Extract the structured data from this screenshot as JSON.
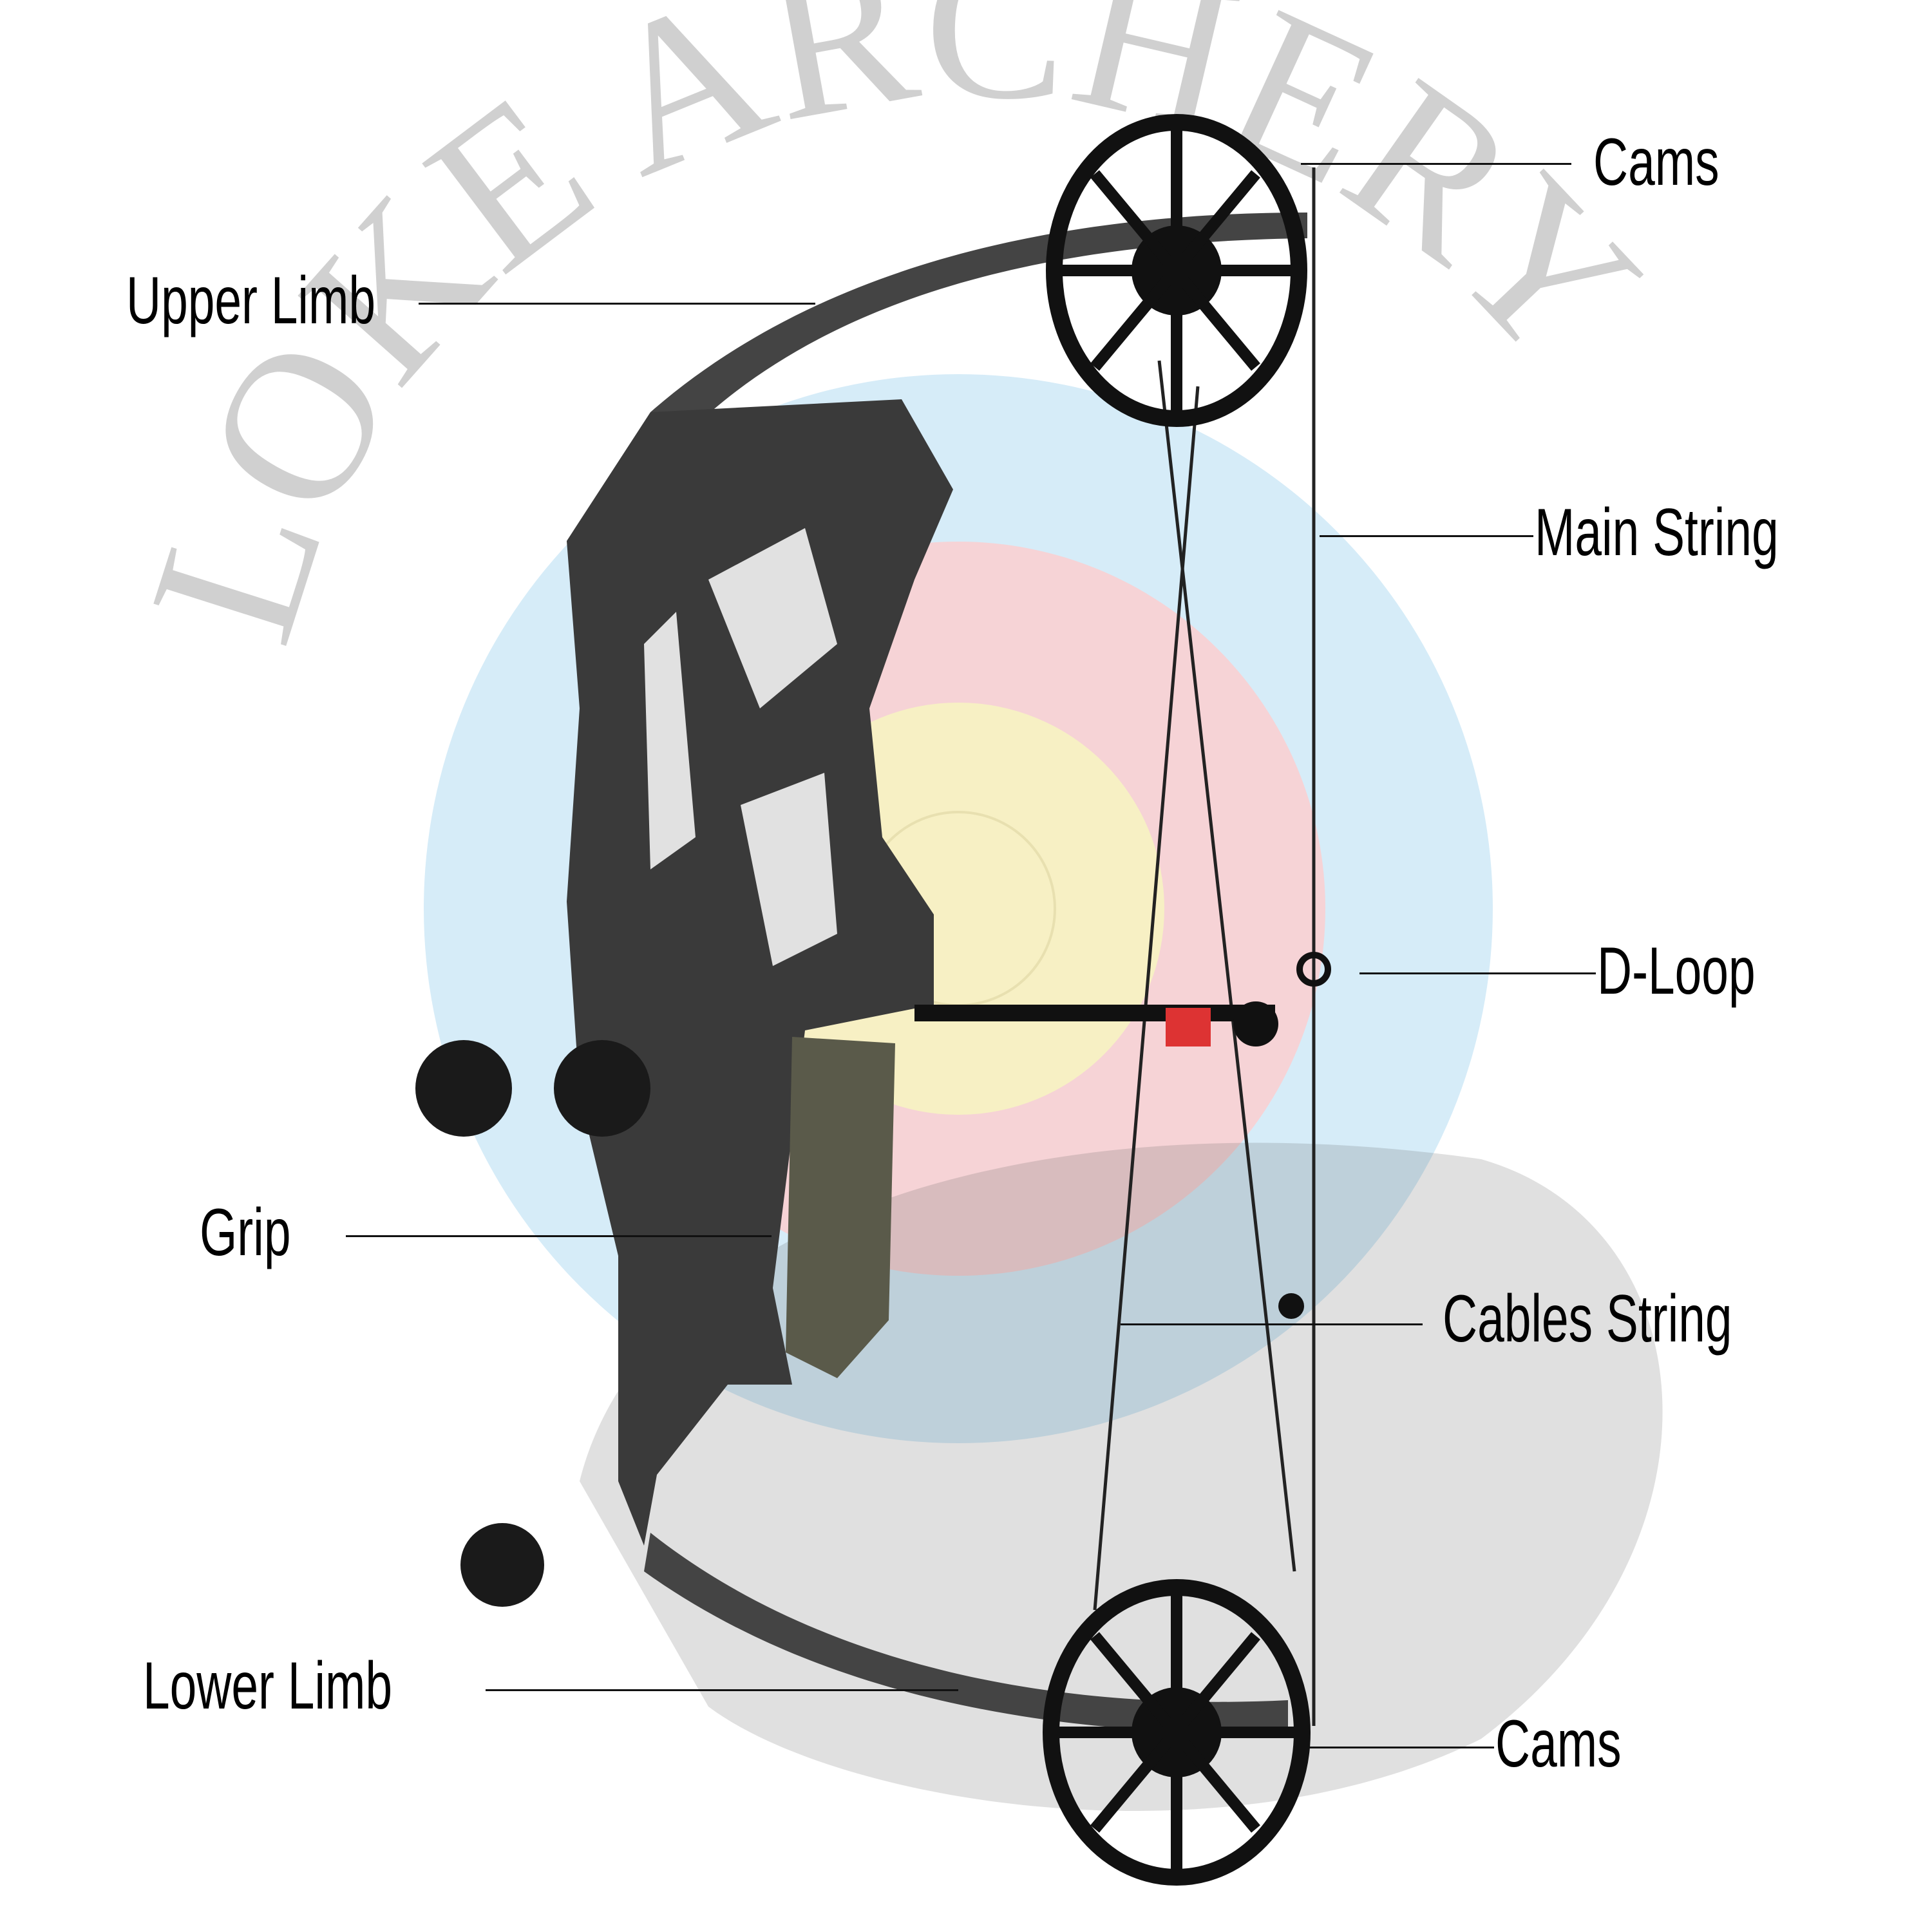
{
  "watermark": "LOKE ARCHERY",
  "labels": {
    "cams_top": "Cams",
    "upper_limb": "Upper Limb",
    "main_string": "Main String",
    "d_loop": "D-Loop",
    "grip": "Grip",
    "cables_string": "Cables String",
    "lower_limb": "Lower Limb",
    "cams_bottom": "Cams"
  },
  "colors": {
    "target_blue": "#d6ecf8",
    "target_red": "#f6d3d6",
    "target_yellow": "#f7f0c4",
    "riser": "#3a3a3a"
  }
}
